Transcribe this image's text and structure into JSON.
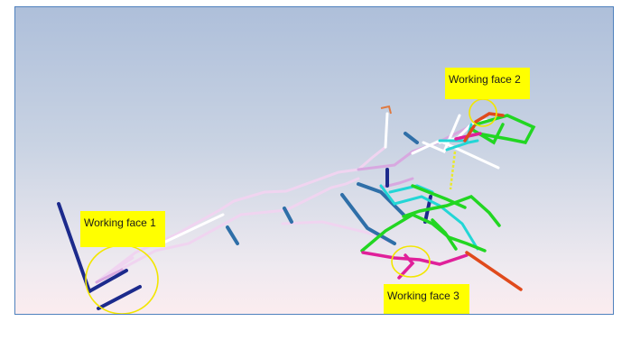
{
  "labels": {
    "face1": "Working face 1",
    "face2": "Working face 2",
    "face3": "Working face 3"
  },
  "colors": {
    "highlight_circle": "#f2e600",
    "label_background": "#ffff00",
    "frame_border": "#4f81bd",
    "tunnel_light": "#f0d0f0",
    "tunnel_violet": "#d8a8e0",
    "tunnel_white": "#ffffff",
    "tunnel_navy": "#1c2a8c",
    "tunnel_steel_blue": "#2f6fa8",
    "tunnel_cyan": "#22d6d6",
    "tunnel_green": "#22d622",
    "tunnel_magenta": "#e0209a",
    "tunnel_orange_red": "#e04a1c",
    "tunnel_yellow": "#e8e830"
  }
}
